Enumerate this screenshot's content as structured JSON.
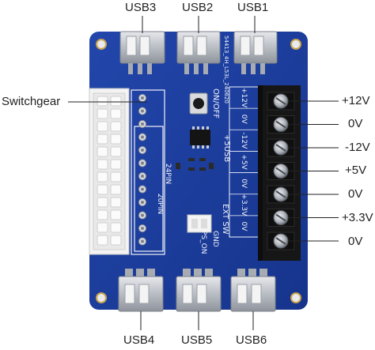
{
  "callouts": {
    "usb3": "USB3",
    "usb2": "USB2",
    "usb1": "USB1",
    "usb4": "USB4",
    "usb5": "USB5",
    "usb6": "USB6",
    "switchgear": "Switchgear",
    "v_plus12": "+12V",
    "v_0a": "0V",
    "v_minus12": "-12V",
    "v_plus5": "+5V",
    "v_0b": "0V",
    "v_plus33": "+3.3V",
    "v_0c": "0V"
  },
  "board": {
    "code": "54413_4H_L53L_240620",
    "switch_label": "ON/OFF",
    "usb_label": "+5USB",
    "pin24": "24PIN",
    "pin20": "20PIN",
    "ext_sw": "EXT SW",
    "gnd": "GND",
    "ps_on": "PS_ON",
    "rails": [
      "+12V",
      "0V",
      "-12V",
      "+5V",
      "0V",
      "+3.3V",
      "0V"
    ]
  },
  "colors": {
    "pcb": "#1b3c9c",
    "terminal": "#161616",
    "connector": "#f3f3f3",
    "metal": "#c9ccd1"
  }
}
